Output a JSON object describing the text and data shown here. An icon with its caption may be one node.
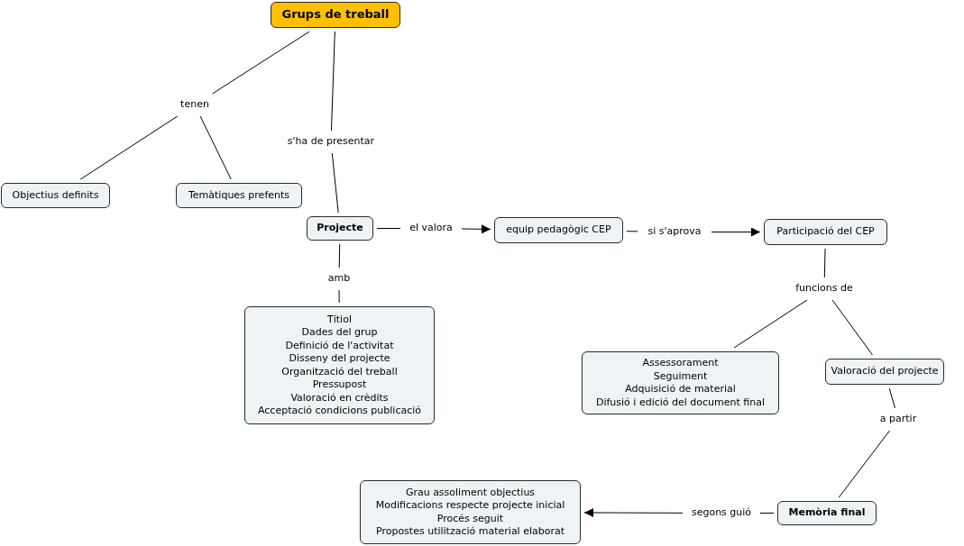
{
  "diagram": {
    "nodes": [
      {
        "text": [
          "Grups de treball"
        ]
      },
      {
        "text": [
          "tenen"
        ]
      },
      {
        "text": [
          "s'ha de presentar"
        ]
      },
      {
        "text": [
          "Objectius definits"
        ]
      },
      {
        "text": [
          "Temàtiques prefents"
        ]
      },
      {
        "text": [
          "Projecte"
        ]
      },
      {
        "text": [
          "el valora"
        ]
      },
      {
        "text": [
          "equip pedagògic CEP"
        ]
      },
      {
        "text": [
          "si s'aprova"
        ]
      },
      {
        "text": [
          "Participació del CEP"
        ]
      },
      {
        "text": [
          "amb"
        ]
      },
      {
        "text": [
          "Títiol",
          "Dades del grup",
          "Definició de l'activitat",
          "Disseny del projecte",
          "Organització del treball",
          "Pressupost",
          "Valoració en crèdits",
          "Acceptació condicions publicació"
        ]
      },
      {
        "text": [
          "funcions de"
        ]
      },
      {
        "text": [
          "Assessorament",
          "Seguiment",
          "Adquisició de material",
          "Difusió i edició del document final"
        ]
      },
      {
        "text": [
          "Valoració del projecte"
        ]
      },
      {
        "text": [
          "a partir"
        ]
      },
      {
        "text": [
          "Memòria final"
        ]
      },
      {
        "text": [
          "segons guió"
        ]
      },
      {
        "text": [
          "Grau assoliment objectius",
          "Modificacions respecte projecte inicial",
          "Procés seguit",
          "Propostes utilització material elaborat"
        ]
      }
    ],
    "edges": [
      {
        "from": 0,
        "to": 1,
        "arrow": "none"
      },
      {
        "from": 1,
        "to": 3,
        "arrow": "none"
      },
      {
        "from": 1,
        "to": 4,
        "arrow": "none"
      },
      {
        "from": 0,
        "to": 2,
        "arrow": "none"
      },
      {
        "from": 2,
        "to": 5,
        "arrow": "none"
      },
      {
        "from": 5,
        "to": 6,
        "arrow": "none"
      },
      {
        "from": 6,
        "to": 7,
        "arrow": "to"
      },
      {
        "from": 7,
        "to": 8,
        "arrow": "none"
      },
      {
        "from": 8,
        "to": 9,
        "arrow": "to"
      },
      {
        "from": 5,
        "to": 10,
        "arrow": "none"
      },
      {
        "from": 10,
        "to": 11,
        "arrow": "none"
      },
      {
        "from": 9,
        "to": 12,
        "arrow": "none"
      },
      {
        "from": 12,
        "to": 13,
        "arrow": "none"
      },
      {
        "from": 12,
        "to": 14,
        "arrow": "none"
      },
      {
        "from": 14,
        "to": 15,
        "arrow": "none"
      },
      {
        "from": 15,
        "to": 16,
        "arrow": "none"
      },
      {
        "from": 16,
        "to": 17,
        "arrow": "none"
      },
      {
        "from": 17,
        "to": 18,
        "arrow": "to"
      }
    ]
  }
}
